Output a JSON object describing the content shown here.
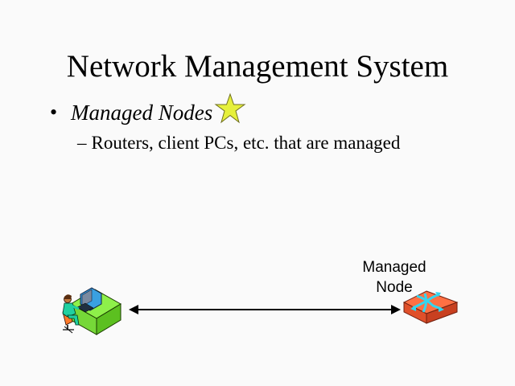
{
  "slide": {
    "title": "Network Management System",
    "bullets": [
      {
        "text": "Managed Nodes",
        "marker": "•",
        "icon": "star-icon",
        "sub_bullets": [
          {
            "marker": "–",
            "text": "Routers, client PCs, etc. that are managed"
          }
        ]
      }
    ]
  },
  "diagram": {
    "left_node": {
      "icon": "workstation-operator-icon"
    },
    "connection": {
      "type": "bidirectional-arrow"
    },
    "right_node": {
      "icon": "router-icon",
      "label_line1": "Managed",
      "label_line2": "Node"
    }
  },
  "colors": {
    "background": "#fafafa",
    "star_fill": "#e6f03c",
    "router_fill": "#ff7043",
    "router_arrows": "#33d6f0",
    "desk_fill": "#8ef04a"
  }
}
